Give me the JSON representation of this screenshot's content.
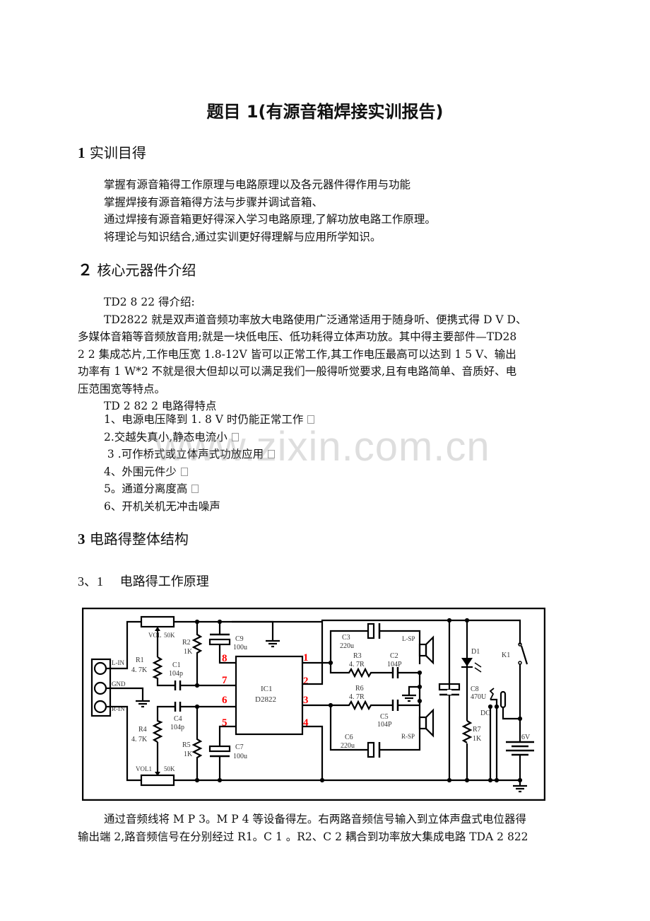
{
  "document": {
    "title": "题目 1(有源音箱焊接实训报告)",
    "sections": [
      {
        "number": "1",
        "heading": "实训目得",
        "lines": [
          "掌握有源音箱得工作原理与电路原理以及各元器件得作用与功能",
          "掌握焊接有源音箱得方法与步骤并调试音箱、",
          "通过焊接有源音箱更好得深入学习电路原理,了解功放电路工作原理。",
          "将理论与知识结合,通过实训更好得理解与应用所学知识。"
        ]
      },
      {
        "number": "２",
        "heading": "核心元器件介绍",
        "intro_label": "TD2 8 22 得介绍:",
        "paragraph_lines": [
          "TD2822 就是双声道音频功率放大电路使用广泛通常适用于随身听、便携式得 D V D、",
          "多媒体音箱等音频放音用;就是一块低电压、低功耗得立体声功放。其中得主要部件—TD28",
          " 2 2 集成芯片,工作电压宽 1.8-12V 皆可以正常工作,其工作电压最高可以达到 1  5 V、输出",
          "功率有 1 W*2 不就是很大但却以可以满足我们一般得听觉要求,且有电路简单、音质好、电",
          "压范围宽等特点。"
        ],
        "features_label": "TD 2 82 2 电路得特点",
        "features": [
          {
            "text": "1、电源电压降到 1. 8 V 时仍能正常工作",
            "box": true
          },
          {
            "text": "2.交越失真小,静态电流小",
            "box": true
          },
          {
            "text": " 3 .可作桥式或立体声式功放应用",
            "box": true
          },
          {
            "text": "4、外围元件少",
            "box": true
          },
          {
            "text": "5。通道分离度高",
            "box": true
          },
          {
            "text": "6、开机关机无冲击噪声",
            "box": false
          }
        ]
      },
      {
        "number": "3",
        "heading": "电路得整体结构"
      }
    ],
    "subsection": {
      "number": "3、1",
      "heading": "电路得工作原理"
    },
    "closing_lines": [
      "通过音频线将 M P 3。M P 4 等设备得左。右两路音频信号输入到立体声盘式电位器得",
      "输出端 2,路音频信号在分别经过 R1。C 1 。R2、C 2 耦合到功率放大集成电路 TDA 2 822"
    ],
    "watermark": "www.zixin.com.cn"
  },
  "schematic": {
    "ic": {
      "ref": "IC1",
      "part": "D2822",
      "pins": [
        "1",
        "2",
        "3",
        "4",
        "5",
        "6",
        "7",
        "8"
      ],
      "pin_color": "#ff0000"
    },
    "jack": {
      "labels": [
        "L-IN",
        "GND",
        "R-IN"
      ]
    },
    "components": {
      "vol": {
        "ref": "VOL",
        "value": "50K"
      },
      "vol1": {
        "ref": "VOL1",
        "value": "50K"
      },
      "r1": {
        "ref": "R1",
        "value": "4. 7K"
      },
      "r2": {
        "ref": "R2",
        "value": "1K"
      },
      "r3": {
        "ref": "R3",
        "value": "4. 7R"
      },
      "r4": {
        "ref": "R4",
        "value": "4. 7K"
      },
      "r5": {
        "ref": "R5",
        "value": "1K"
      },
      "r6": {
        "ref": "R6",
        "value": "4. 7R"
      },
      "r7": {
        "ref": "R7",
        "value": "1K"
      },
      "c1": {
        "ref": "C1",
        "value": "104p"
      },
      "c2": {
        "ref": "C2",
        "value": "104P"
      },
      "c3": {
        "ref": "C3",
        "value": "220u"
      },
      "c4": {
        "ref": "C4",
        "value": "104p"
      },
      "c5": {
        "ref": "C5",
        "value": "104P"
      },
      "c6": {
        "ref": "C6",
        "value": "220u"
      },
      "c7": {
        "ref": "C7",
        "value": "100u"
      },
      "c8": {
        "ref": "C8",
        "value": "470U"
      },
      "c9": {
        "ref": "C9",
        "value": "100u"
      },
      "d1": {
        "ref": "D1"
      },
      "k1": {
        "ref": "K1"
      },
      "lsp": {
        "ref": "L-SP"
      },
      "rsp": {
        "ref": "R-SP"
      },
      "dc": {
        "ref": "DC"
      },
      "battery": {
        "value": "6V"
      }
    }
  }
}
